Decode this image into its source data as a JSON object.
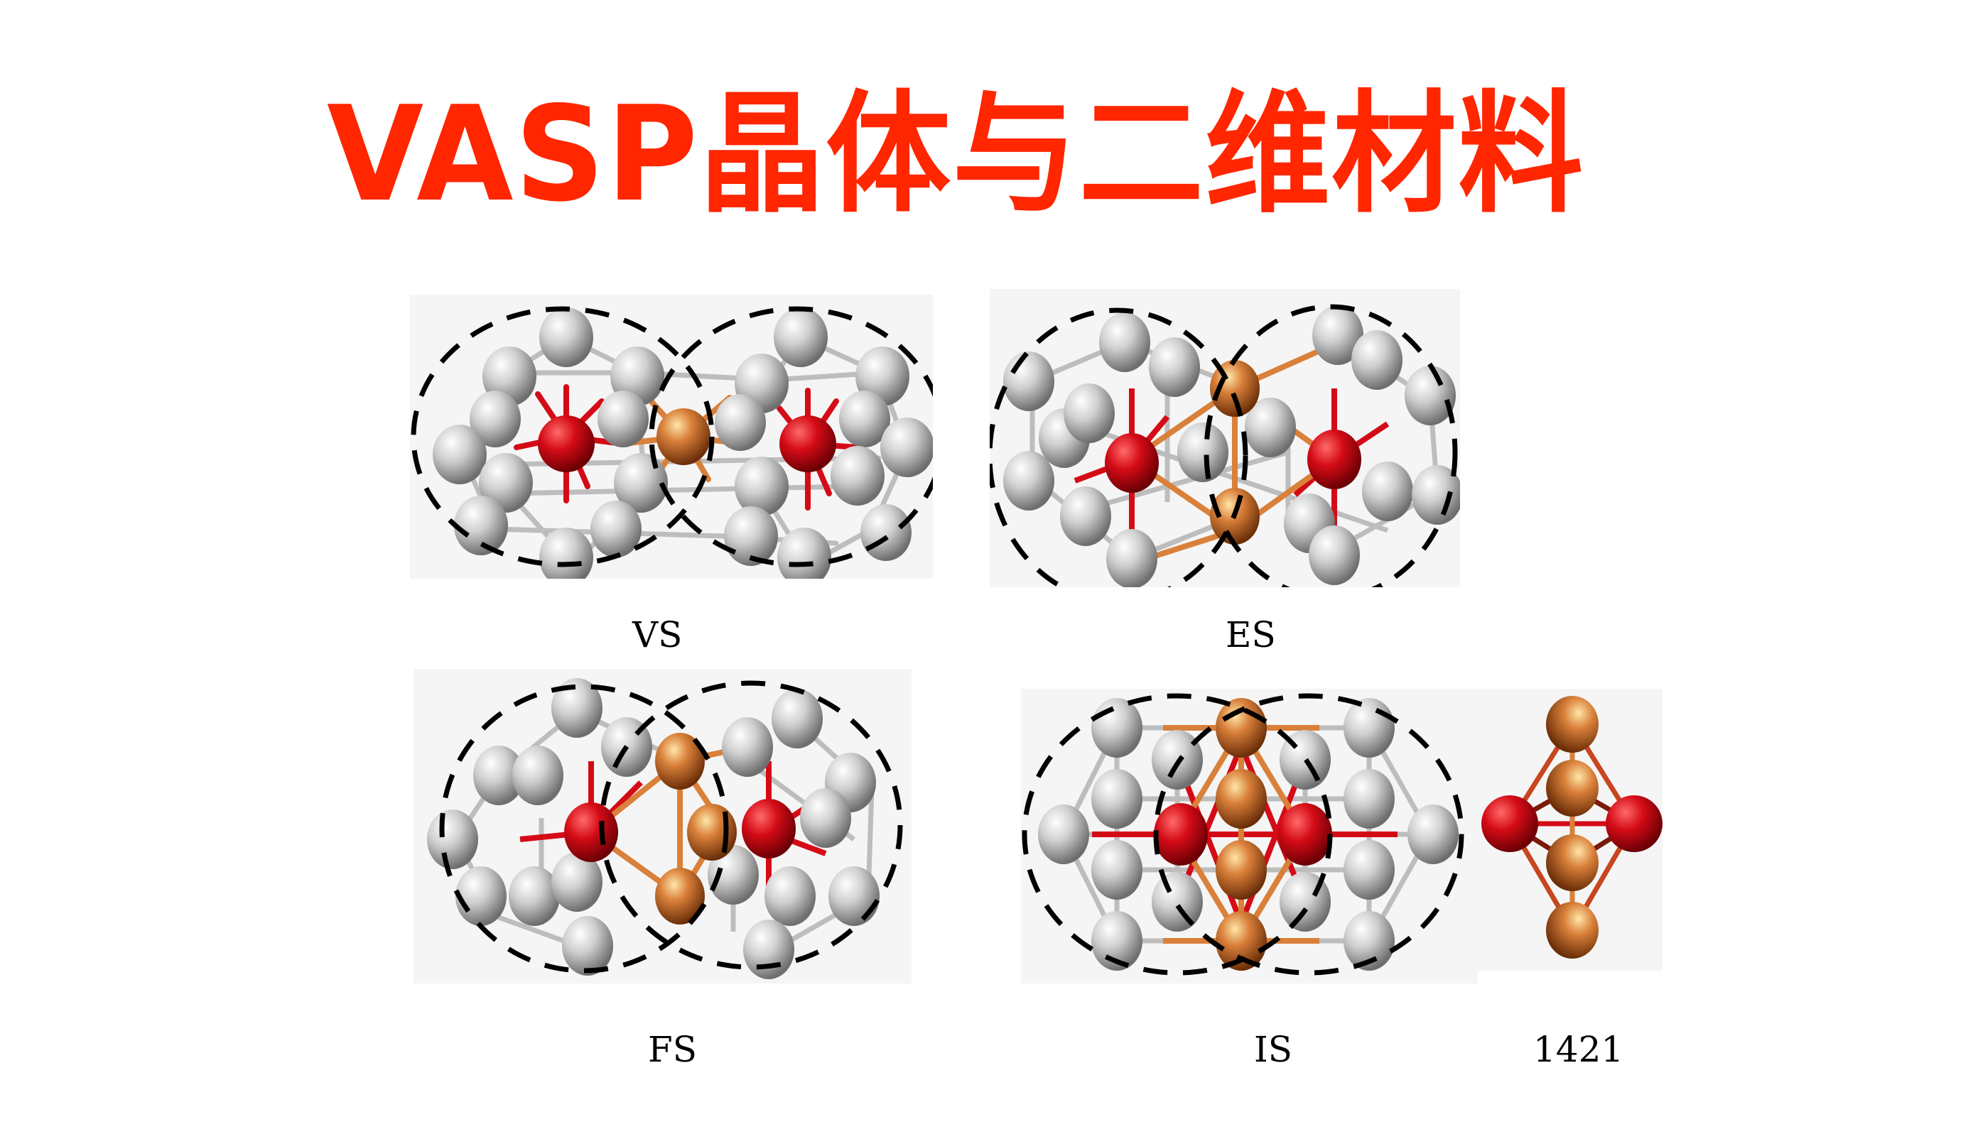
{
  "title": "VASP晶体与二维材料",
  "colors": {
    "title": "#ff2600",
    "panel_background": "#f5f5f5",
    "atom_gray": "#c8c8c8",
    "atom_red": "#d40b16",
    "atom_orange": "#d97a35",
    "dashed_outline": "#000000"
  },
  "panels": [
    {
      "id": "vs",
      "label": "VS",
      "description": "vertex-sharing double icosahedron with one orange shared atom"
    },
    {
      "id": "es",
      "label": "ES",
      "description": "edge-sharing double icosahedron with two orange shared atoms"
    },
    {
      "id": "fs",
      "label": "FS",
      "description": "face-sharing double icosahedron with three orange shared atoms"
    },
    {
      "id": "is",
      "label": "IS",
      "description": "interpenetrating double icosahedron"
    },
    {
      "id": "1421",
      "label": "1421",
      "description": "1421 cluster motif: 2 red + 4 orange atoms"
    }
  ],
  "legend_atoms": [
    "gray-atom",
    "red-atom",
    "orange-atom"
  ]
}
